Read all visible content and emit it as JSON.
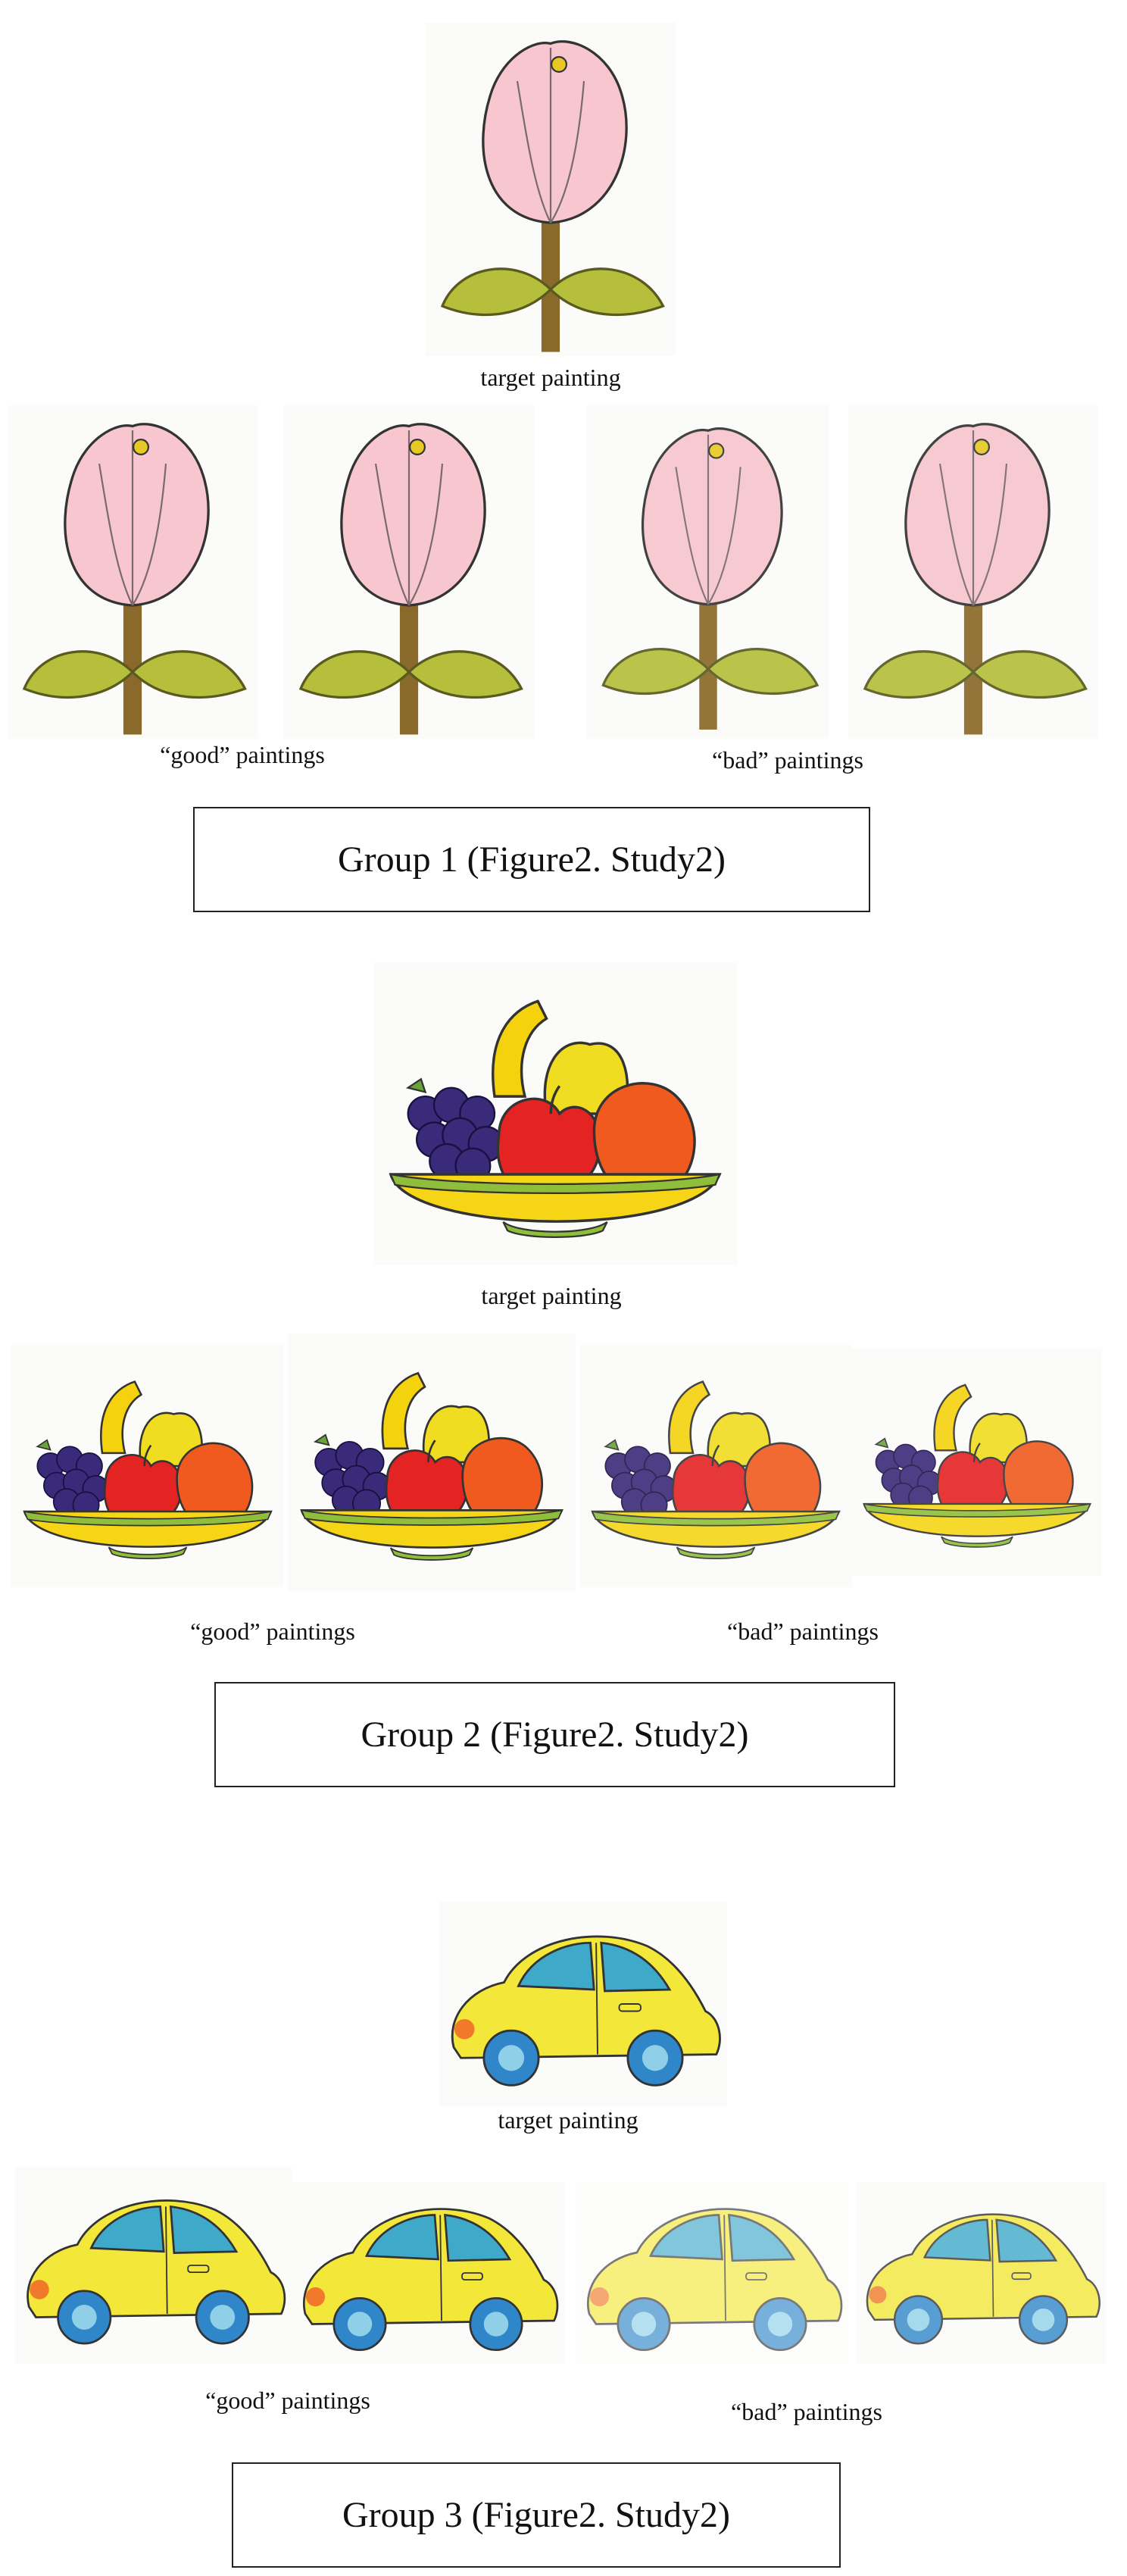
{
  "groups": [
    {
      "subject": "tulip",
      "target_caption": "target painting",
      "good_caption": "“good” paintings",
      "bad_caption": "“bad”  paintings",
      "group_label": "Group 1 (Figure2. Study2)"
    },
    {
      "subject": "fruit-bowl",
      "target_caption": "target painting",
      "good_caption": "“good” paintings",
      "bad_caption": "“bad”  paintings",
      "group_label": "Group 2 (Figure2. Study2)"
    },
    {
      "subject": "yellow-car",
      "target_caption": "target painting",
      "good_caption": "“good” paintings",
      "bad_caption": "“bad”  paintings",
      "group_label": "Group 3 (Figure2. Study2)"
    }
  ],
  "colors": {
    "tulip_petal": "#f7c6cf",
    "tulip_stem": "#8a6a2a",
    "tulip_leaf": "#b5bf3c",
    "bowl": "#f5d516",
    "grapes": "#3a2a7a",
    "apple": "#e42323",
    "orange": "#f05a1e",
    "banana": "#f5d20e",
    "car_body": "#f3e73a",
    "car_window": "#3fa9c9",
    "car_wheel": "#2f86c9"
  }
}
